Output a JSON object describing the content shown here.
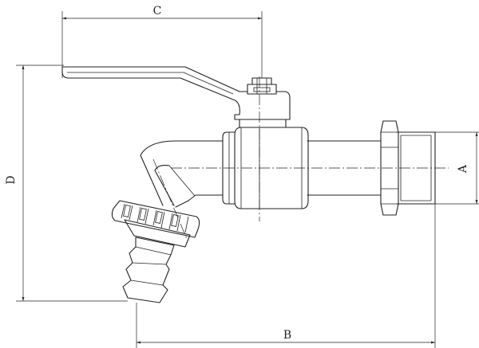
{
  "dimensions": {
    "a": "A",
    "b": "B",
    "c": "C",
    "d": "D"
  }
}
